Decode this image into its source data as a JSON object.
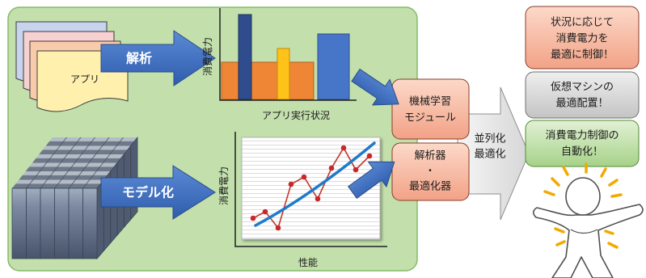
{
  "left_panel": {
    "apps_label": "アプリ",
    "analyze_arrow_label": "解析",
    "model_arrow_label": "モデル化",
    "app_chart": {
      "ylabel": "消費電力",
      "xlabel": "アプリ実行状況"
    },
    "perf_chart": {
      "ylabel": "消費電力",
      "xlabel": "性能"
    }
  },
  "ml_module": {
    "lines": [
      "機械学習",
      "モジュール"
    ]
  },
  "analyzer_optimizer": {
    "lines": [
      "解析器",
      "・",
      "最適化器"
    ]
  },
  "parallel_arrow": {
    "lines": [
      "並列化",
      "最適化"
    ]
  },
  "outcomes": [
    {
      "lines": [
        "状況に応じて",
        "消費電力を",
        "最適に制御！"
      ]
    },
    {
      "lines": [
        "仮想マシンの",
        "最適配置！"
      ]
    },
    {
      "lines": [
        "消費電力制御の",
        "自動化！"
      ]
    }
  ],
  "icons": [
    "document-stack-icon",
    "server-rack-icon",
    "stick-figure-icon"
  ],
  "colors": {
    "panel_green": "#c2dfac",
    "arrow_blue": "#3d6cc0",
    "box_salmon": "#f6b59b",
    "box_gray": "#d4d4d4",
    "box_green": "#b7dc9c",
    "chevron_gray": "#e4e4e4"
  }
}
